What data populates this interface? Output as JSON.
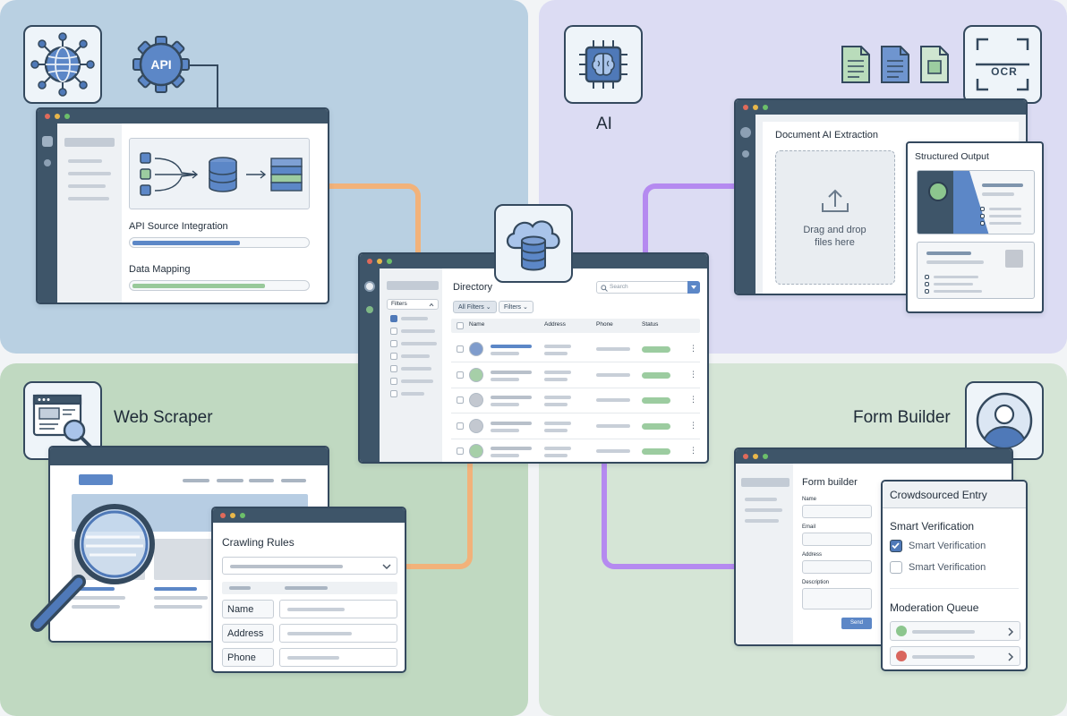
{
  "quadrants": {
    "api": {
      "window": {
        "label_api_source": "API Source Integration",
        "label_data_mapping": "Data Mapping"
      },
      "gear_label": "API"
    },
    "ai": {
      "caption": "AI",
      "ocr_label": "OCR",
      "doc_window": {
        "title": "Document AI Extraction",
        "dropzone_text_1": "Drag and drop",
        "dropzone_text_2": "files here"
      },
      "output_window": {
        "title": "Structured Output"
      }
    },
    "scraper": {
      "caption": "Web Scraper",
      "rules_window": {
        "title": "Crawling Rules",
        "field_labels": [
          "Name",
          "Address",
          "Phone"
        ]
      }
    },
    "form": {
      "caption": "Form Builder",
      "builder_window": {
        "title": "Form builder",
        "field_labels": [
          "Name",
          "Email",
          "Address",
          "Description"
        ],
        "send_label": "Send"
      },
      "crowd_panel": {
        "title": "Crowdsourced Entry",
        "verification_heading": "Smart Verification",
        "options": [
          {
            "label": "Smart Verification",
            "checked": true
          },
          {
            "label": "Smart Verification",
            "checked": false
          }
        ],
        "moderation_heading": "Moderation Queue",
        "queue_status_colors": [
          "#8cc68e",
          "#d9665e"
        ]
      }
    }
  },
  "directory": {
    "title": "Directory",
    "search_placeholder": "Search",
    "sidebar_filter_label": "Filters",
    "toolbar": {
      "all_filters": "All Filters",
      "filters": "Filters"
    },
    "columns": {
      "name": "Name",
      "address": "Address",
      "phone": "Phone",
      "status": "Status"
    },
    "avatar_colors": [
      "#7f9ccc",
      "#a6cfa8",
      "#c3c8d0",
      "#c3c8d0",
      "#a6cfa8"
    ]
  },
  "colors": {
    "orange_wire": "#f2b27a",
    "purple_wire": "#b58af0",
    "accent_blue": "#4f79b8"
  }
}
